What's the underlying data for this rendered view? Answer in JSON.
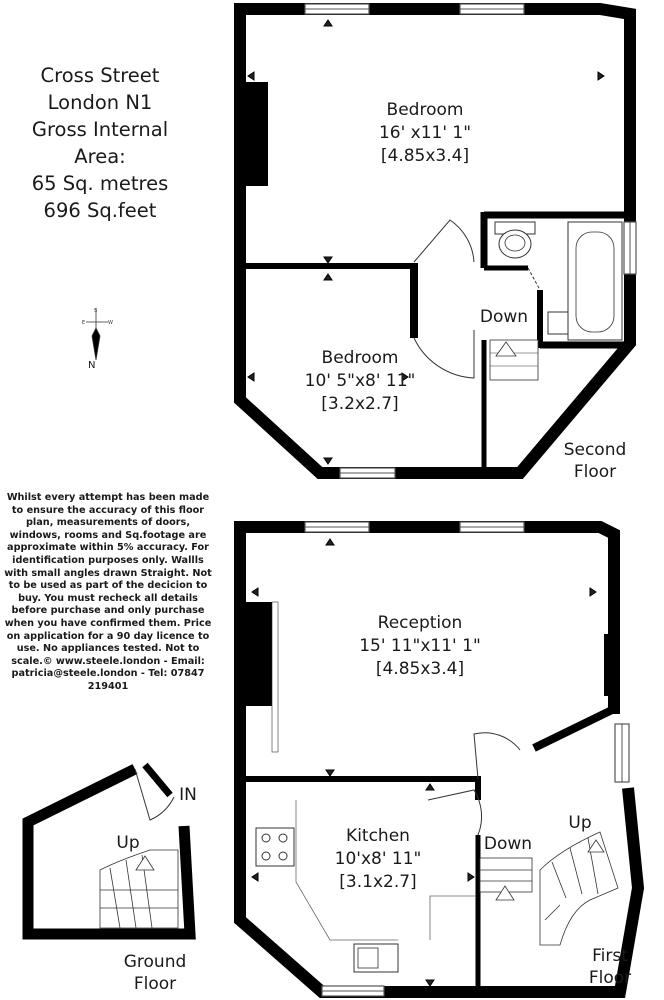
{
  "summary": {
    "line1": "Cross Street",
    "line2": "London N1",
    "line3": "Gross Internal",
    "line4": "Area:",
    "line5": "65 Sq. metres",
    "line6": "696 Sq.feet"
  },
  "compass": {
    "north": "N",
    "icon": "compass-icon"
  },
  "disclaimer": "Whilst every attempt has been made to ensure the accuracy of this floor plan, measurements of doors, windows, rooms and Sq.footage are approximate within 5% accuracy. For identification purposes only. Wallls with small angles drawn Straight. Not to be used as part of the decicion to buy. You must recheck all details before purchase and only purchase when you have confirmed them. Price on application for a 90 day licence to use. No appliances tested. Not to scale.© www.steele.london - Email: patricia@steele.london - Tel: 07847 219401",
  "second_floor": {
    "label_line1": "Second",
    "label_line2": "Floor",
    "bedroom_main": {
      "name": "Bedroom",
      "size_imperial": "16' x11' 1\"",
      "size_metric": "[4.85x3.4]"
    },
    "bedroom_small": {
      "name": "Bedroom",
      "size_imperial": "10' 5\"x8' 11\"",
      "size_metric": "[3.2x2.7]"
    },
    "stairs_label": "Down"
  },
  "first_floor": {
    "label_line1": "First",
    "label_line2": "Floor",
    "reception": {
      "name": "Reception",
      "size_imperial": "15' 11\"x11' 1\"",
      "size_metric": "[4.85x3.4]"
    },
    "kitchen": {
      "name": "Kitchen",
      "size_imperial": "10'x8' 11\"",
      "size_metric": "[3.1x2.7]"
    },
    "stairs_down_label": "Down",
    "stairs_up_label": "Up"
  },
  "ground_floor": {
    "label_line1": "Ground",
    "label_line2": "Floor",
    "entrance_label": "IN",
    "stairs_label": "Up"
  }
}
